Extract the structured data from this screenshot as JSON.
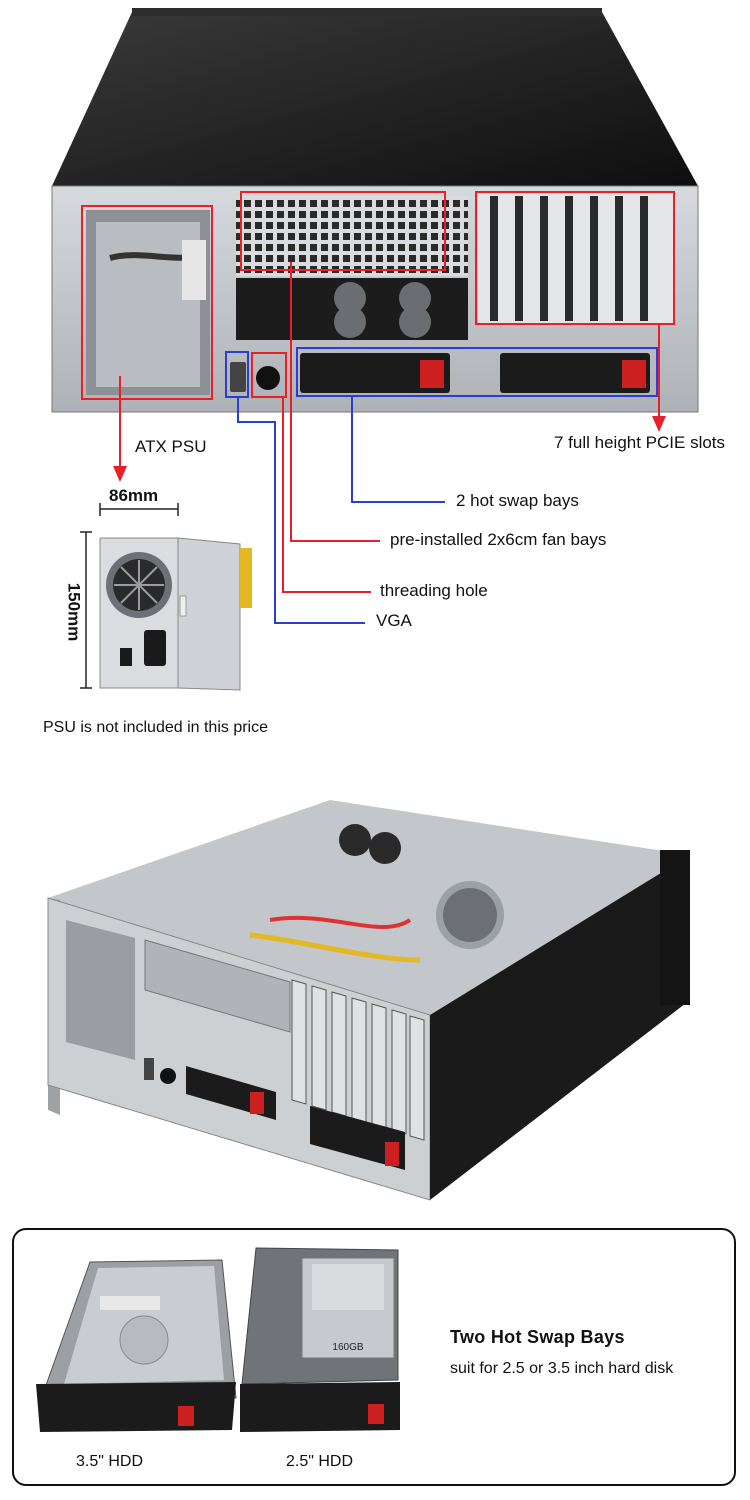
{
  "rear_view": {
    "labels": {
      "atx_psu": "ATX PSU",
      "pcie_slots": "7 full height PCIE slots",
      "hot_swap": "2 hot swap bays",
      "fan_bays": "pre-installed 2x6cm fan bays",
      "threading_hole": "threading hole",
      "vga": "VGA"
    },
    "colors": {
      "red": "#e8202a",
      "blue": "#2a3fd0",
      "case": "#1a1a1a",
      "steel": "#c9ccd0"
    }
  },
  "psu": {
    "width_label": "86mm",
    "height_label": "150mm",
    "note": "PSU is not included in this price"
  },
  "hot_swap_panel": {
    "title": "Two Hot Swap Bays",
    "subtitle": "suit for 2.5 or 3.5 inch hard disk",
    "hdd_35_label": "3.5\" HDD",
    "hdd_25_label": "2.5\" HDD",
    "drive_label": "160GB"
  }
}
